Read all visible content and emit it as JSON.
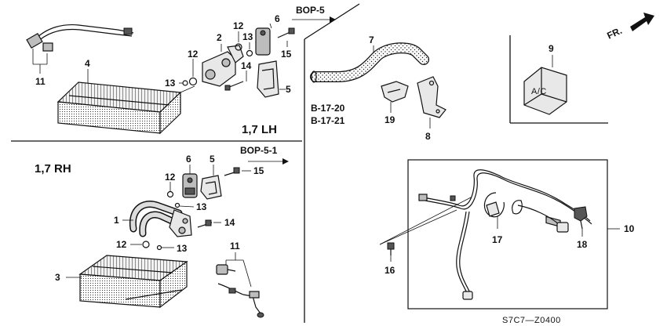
{
  "diagram": {
    "section_labels": {
      "lh": "1,7 LH",
      "rh": "1,7 RH"
    },
    "references": {
      "bop5": "BOP-5",
      "bop5_1": "BOP-5-1",
      "b17_20": "B-17-20",
      "b17_21": "B-17-21",
      "fr": "FR."
    },
    "ac_switch_text": "A/C",
    "diagram_code": "S7C7—Z0400",
    "callouts": {
      "lh_11": "11",
      "lh_4": "4",
      "lh_2": "2",
      "lh_12a": "12",
      "lh_6": "6",
      "lh_13a": "13",
      "lh_12b": "12",
      "lh_13b": "13",
      "lh_14": "14",
      "lh_15": "15",
      "lh_5": "5",
      "r_7": "7",
      "r_9": "9",
      "r_19": "19",
      "r_8": "8",
      "rh_6": "6",
      "rh_5": "5",
      "rh_15": "15",
      "rh_12a": "12",
      "rh_13a": "13",
      "rh_1": "1",
      "rh_14": "14",
      "rh_12b": "12",
      "rh_13b": "13",
      "rh_11": "11",
      "rh_3": "3",
      "h_10": "10",
      "h_17": "17",
      "h_18": "18",
      "h_16": "16"
    }
  }
}
